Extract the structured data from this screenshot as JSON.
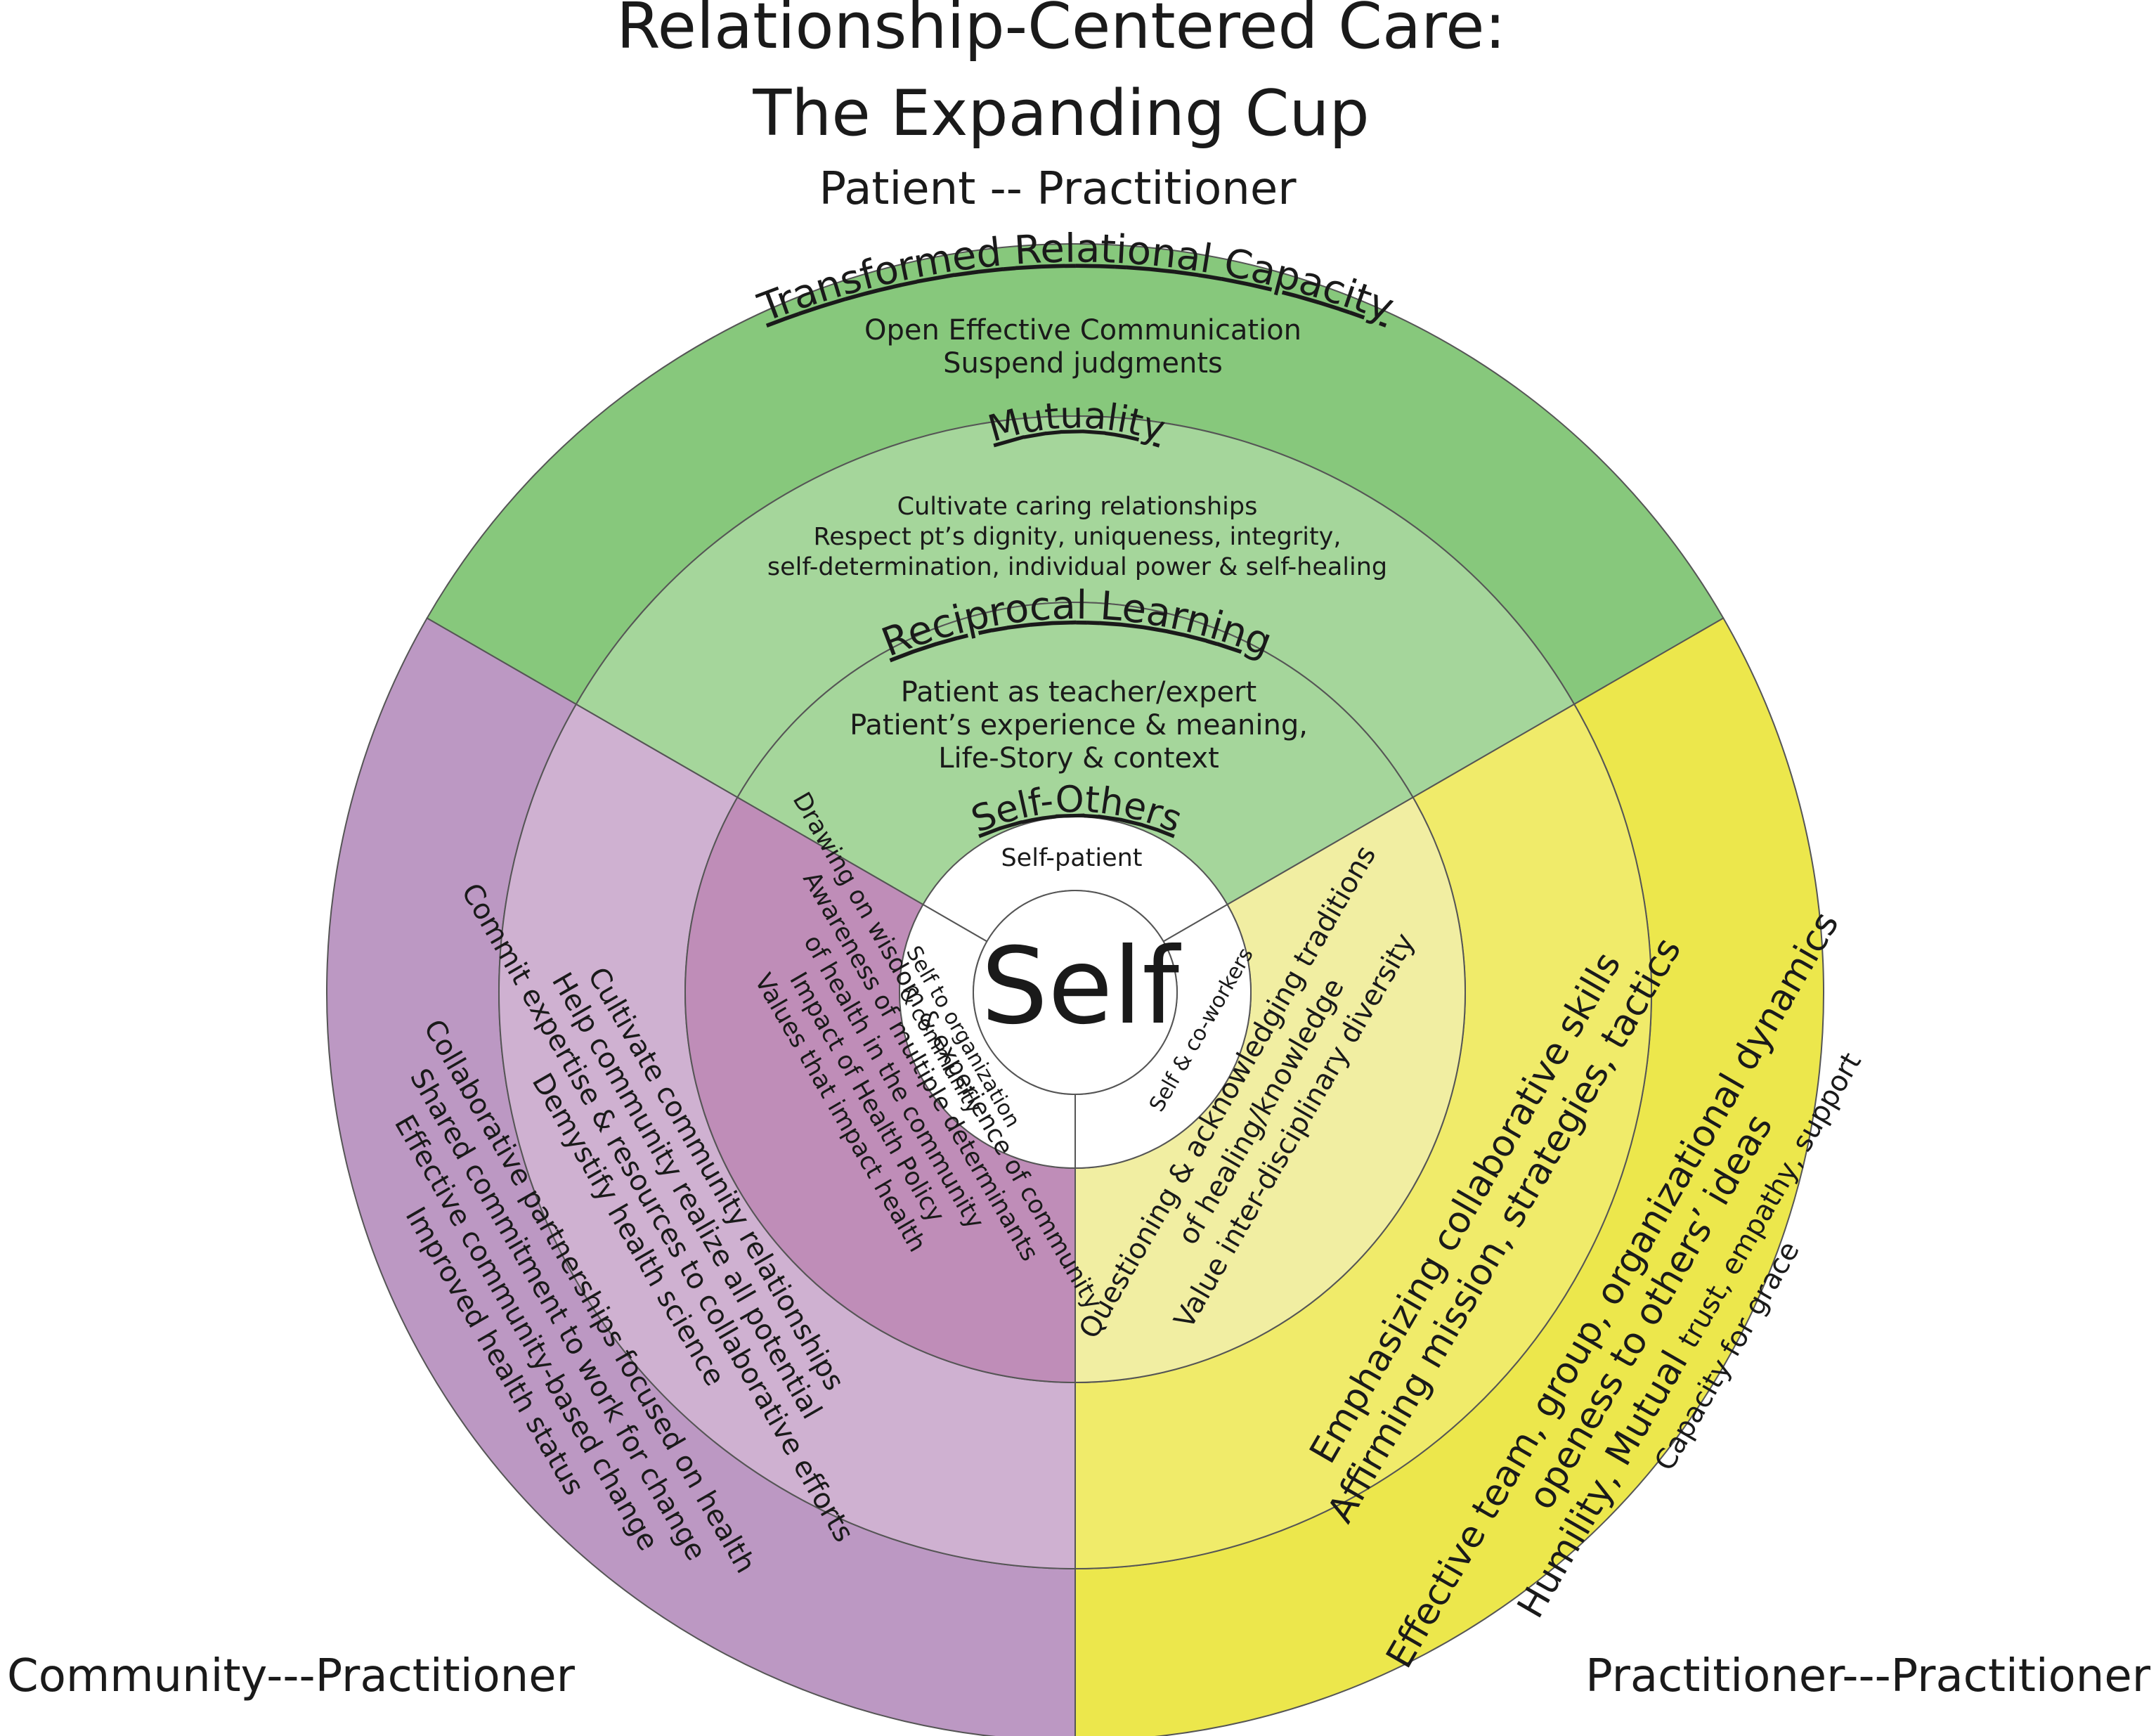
{
  "title_line1": "Relationship-Centered Care:",
  "title_line2": "The Expanding Cup",
  "subtitle": "Patient -- Practitioner",
  "bottom_left_label": "Community---Practitioner",
  "bottom_right_label": "Practitioner---Practitioner",
  "colors": {
    "green_outer": "#87c87c",
    "green_middle": "#a5d69b",
    "green_inner": "#a5d69b",
    "purple_outer": "#bc98c3",
    "purple_middle": "#cfb1d1",
    "purple_inner": "#bf8db8",
    "yellow_outer": "#ece74c",
    "yellow_middle": "#f0eb6a",
    "yellow_inner": "#f1eea2",
    "center": "#ffffff",
    "stroke": "#555555"
  },
  "center": {
    "word": "Self",
    "ring_heading": "Self-Others",
    "top": "Self-patient",
    "left_line1": "Self to organization",
    "left_line2": "& community",
    "right": "Self & co-workers"
  },
  "patient": {
    "ring3_heading": "Transformed Relational Capacity",
    "ring3_line1": "Open Effective Communication",
    "ring3_line2": "Suspend judgments",
    "ring2_heading": "Mutuality",
    "ring2_line1": "Cultivate caring relationships",
    "ring2_line2": "Respect pt’s dignity, uniqueness, integrity,",
    "ring2_line3": "self-determination, individual power & self-healing",
    "ring1_heading": "Reciprocal Learning",
    "ring1_line1": "Patient as teacher/expert",
    "ring1_line2": "Patient’s experience & meaning,",
    "ring1_line3": "Life-Story & context"
  },
  "community": {
    "inner_line1": "Drawing on wisdom & experience of community",
    "inner_line2": "Awareness of multiple determinants",
    "inner_line3": "of health in the community",
    "inner_line4": "Impact of Health Policy",
    "inner_line5": "Values that impact health",
    "middle_line1": "Cultivate community relationships",
    "middle_line2": "Help community realize all potential",
    "middle_line3": "Commit expertise & resources to collaborative efforts",
    "middle_line4": "Demystify health science",
    "outer_line1": "Collaborative partnerships focused on health",
    "outer_line2": "Shared commitment to work for change",
    "outer_line3": "Effective community-based change",
    "outer_line4": "Improved health status"
  },
  "practitioner": {
    "inner_line1": "Questioning & acknowledging traditions",
    "inner_line2": "of healing/knowledge",
    "inner_line3": "Value inter-disciplinary diversity",
    "middle_line1": "Emphasizing collaborative skills",
    "middle_line2": "Affirming mission, strategies, tactics",
    "outer_line1": "Effective team, group, organizational dynamics",
    "outer_line2": "openess to others’ ideas",
    "outer_line3a": "Humility, Mutual ",
    "outer_line3b": "trust, empathy, support",
    "outer_line4": "Capacity for grace"
  }
}
